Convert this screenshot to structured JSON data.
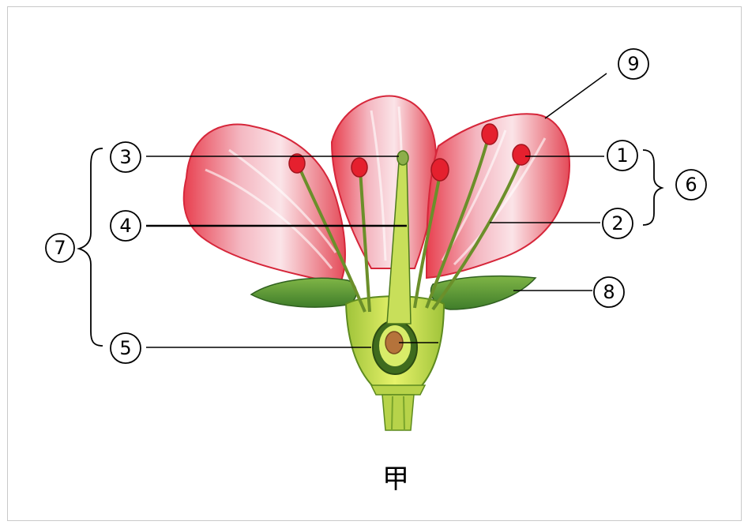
{
  "diagram": {
    "caption": "甲",
    "labels": {
      "l1": "1",
      "l2": "2",
      "l3": "3",
      "l4": "4",
      "l5": "5",
      "l6": "6",
      "l7": "7",
      "l8": "8",
      "l9": "9"
    }
  }
}
